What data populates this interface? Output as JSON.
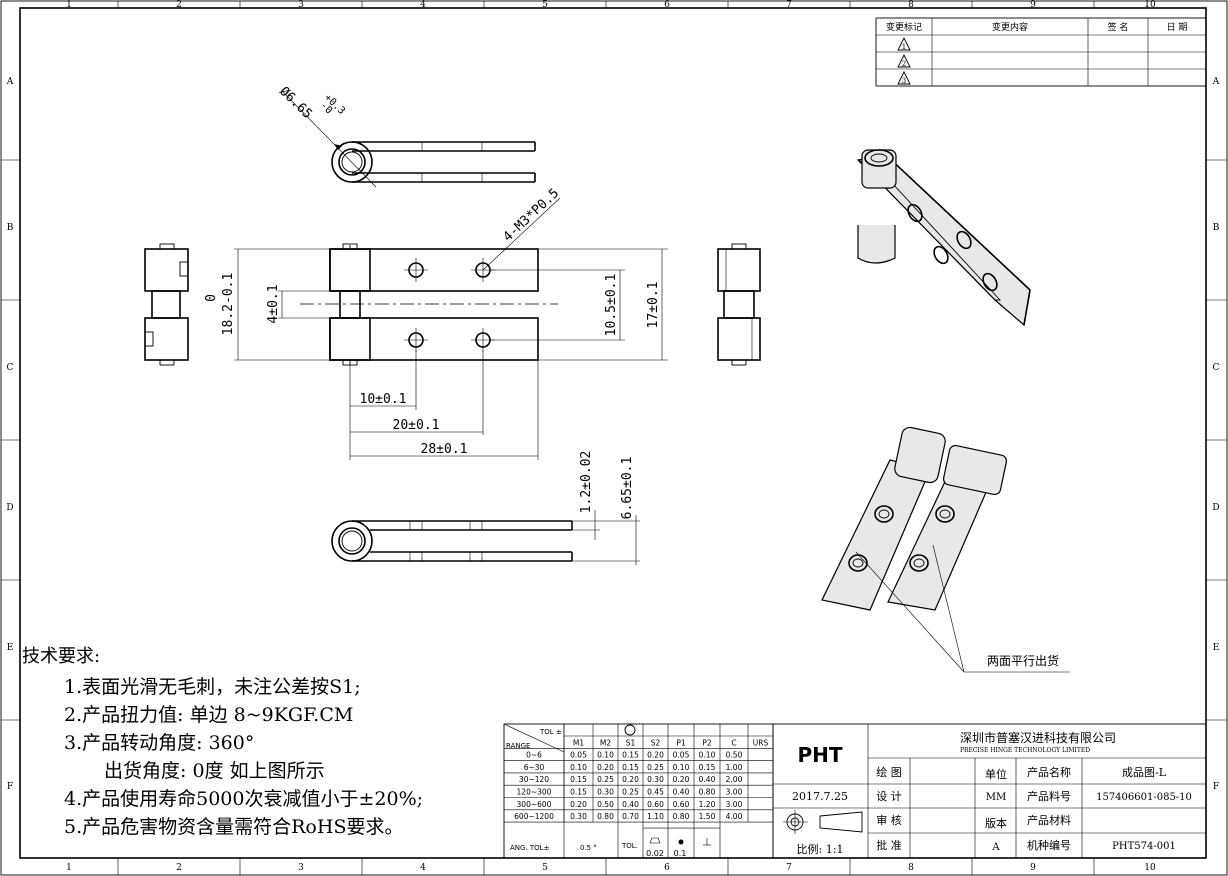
{
  "border": {
    "cols": [
      "1",
      "2",
      "3",
      "4",
      "5",
      "6",
      "7",
      "8",
      "9",
      "10"
    ],
    "rows": [
      "A",
      "B",
      "C",
      "D",
      "E",
      "F"
    ]
  },
  "revision": {
    "headers": [
      "变更标记",
      "变更内容",
      "签 名",
      "日 期"
    ],
    "marks": [
      "1",
      "2",
      "3"
    ]
  },
  "dims": {
    "d_hole": "Ø6.65",
    "d_hole_lower": "-0",
    "d_hole_upper": "+0.3",
    "thread": "4-M3*P0.5",
    "h_total_upper": "0",
    "h_total": "18.2-0.1",
    "d_4": "4±0.1",
    "d_105": "10.5±0.1",
    "d_17": "17±0.1",
    "d_10": "10±0.1",
    "d_20": "20±0.1",
    "d_28": "28±0.1",
    "d_12": "1.2±0.02",
    "d_665": "6.65±0.1"
  },
  "note_parallel": "两面平行出货",
  "tech": {
    "title": "技术要求:",
    "items": [
      "1.表面光滑无毛刺，未注公差按S1;",
      "2.产品扭力值: 单边 8~9KGF.CM",
      "3.产品转动角度: 360°",
      "出货角度: 0度  如上图所示",
      "4.产品使用寿命5000次衰减值小于±20%;",
      "5.产品危害物资含量需符合RoHS要求。"
    ]
  },
  "tol_table": {
    "corner_top": "TOL ±",
    "corner_bottom": "RANGE",
    "headers": [
      "M1",
      "M2",
      "S1",
      "S2",
      "P1",
      "P2",
      "C",
      "URS"
    ],
    "rows": [
      [
        "0~6",
        "0.05",
        "0.10",
        "0.15",
        "0.20",
        "0.05",
        "0.10",
        "0.50",
        ""
      ],
      [
        "6~30",
        "0.10",
        "0.20",
        "0.15",
        "0.25",
        "0.10",
        "0.15",
        "1.00",
        ""
      ],
      [
        "30~120",
        "0.15",
        "0.25",
        "0.20",
        "0.30",
        "0.20",
        "0.40",
        "2.00",
        ""
      ],
      [
        "120~300",
        "0.15",
        "0.30",
        "0.25",
        "0.45",
        "0.40",
        "0.80",
        "3.00",
        ""
      ],
      [
        "300~600",
        "0.20",
        "0.50",
        "0.40",
        "0.60",
        "0.60",
        "1.20",
        "3.00",
        ""
      ],
      [
        "600~1200",
        "0.30",
        "0.80",
        "0.70",
        "1.10",
        "0.80",
        "1.50",
        "4.00",
        ""
      ]
    ],
    "ang_label": "ANG.  TOL±",
    "ang_value": "0.5 °",
    "geo_label": "TOL.",
    "geo_flat": "0.02",
    "geo_round": "0.1"
  },
  "title_block": {
    "logo": "PHT",
    "company_cn": "深圳市普塞汉进科技有限公司",
    "company_en": "PRECISE HINGE TECHNOLOGY LIMITED",
    "date": "2017.7.25",
    "scale": "比例: 1:1",
    "roles": [
      "绘 图",
      "设 计",
      "审 核",
      "批 准"
    ],
    "unit_label": "单位",
    "unit_value": "MM",
    "version_label": "版本",
    "version_value": "A",
    "fields": [
      {
        "label": "产品名称",
        "value": "成品图-L"
      },
      {
        "label": "产品料号",
        "value": "157406601-085-10"
      },
      {
        "label": "产品材料",
        "value": ""
      },
      {
        "label": "机种编号",
        "value": "PHT574-001"
      }
    ]
  }
}
